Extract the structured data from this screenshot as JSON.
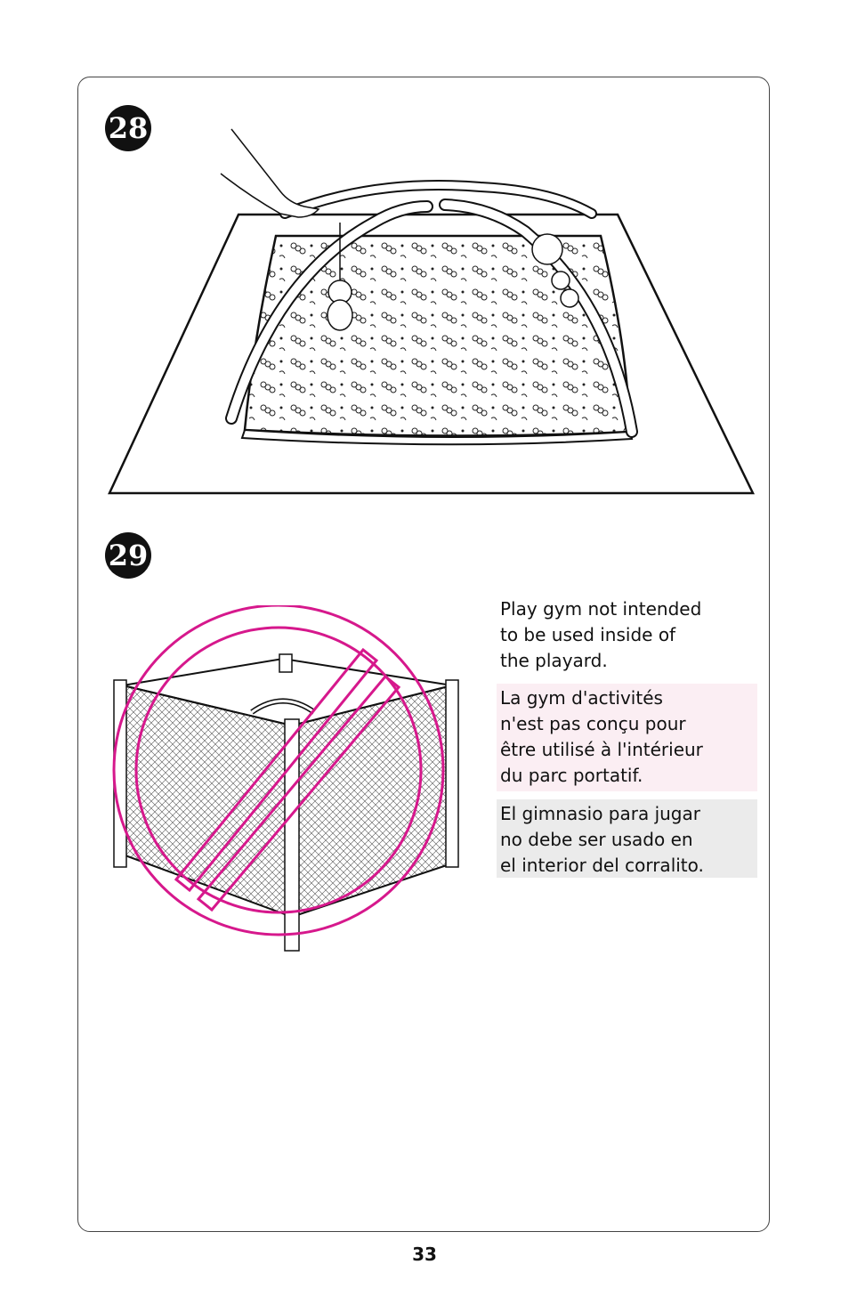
{
  "steps": [
    {
      "number": "28"
    },
    {
      "number": "29"
    }
  ],
  "warning": {
    "english": "Play gym not intended\nto be used inside of\nthe playard.",
    "french": "La gym d'activités\nn'est pas conçu pour\nêtre utilisé à l'intérieur\ndu parc portatif.",
    "spanish": "El gimnasio para jugar\nno debe ser usado en\nel interior del corralito."
  },
  "colors": {
    "prohibition": "#d6188c",
    "french_bg": "#fbeef3",
    "spanish_bg": "#ebebeb"
  },
  "page_number": "33"
}
